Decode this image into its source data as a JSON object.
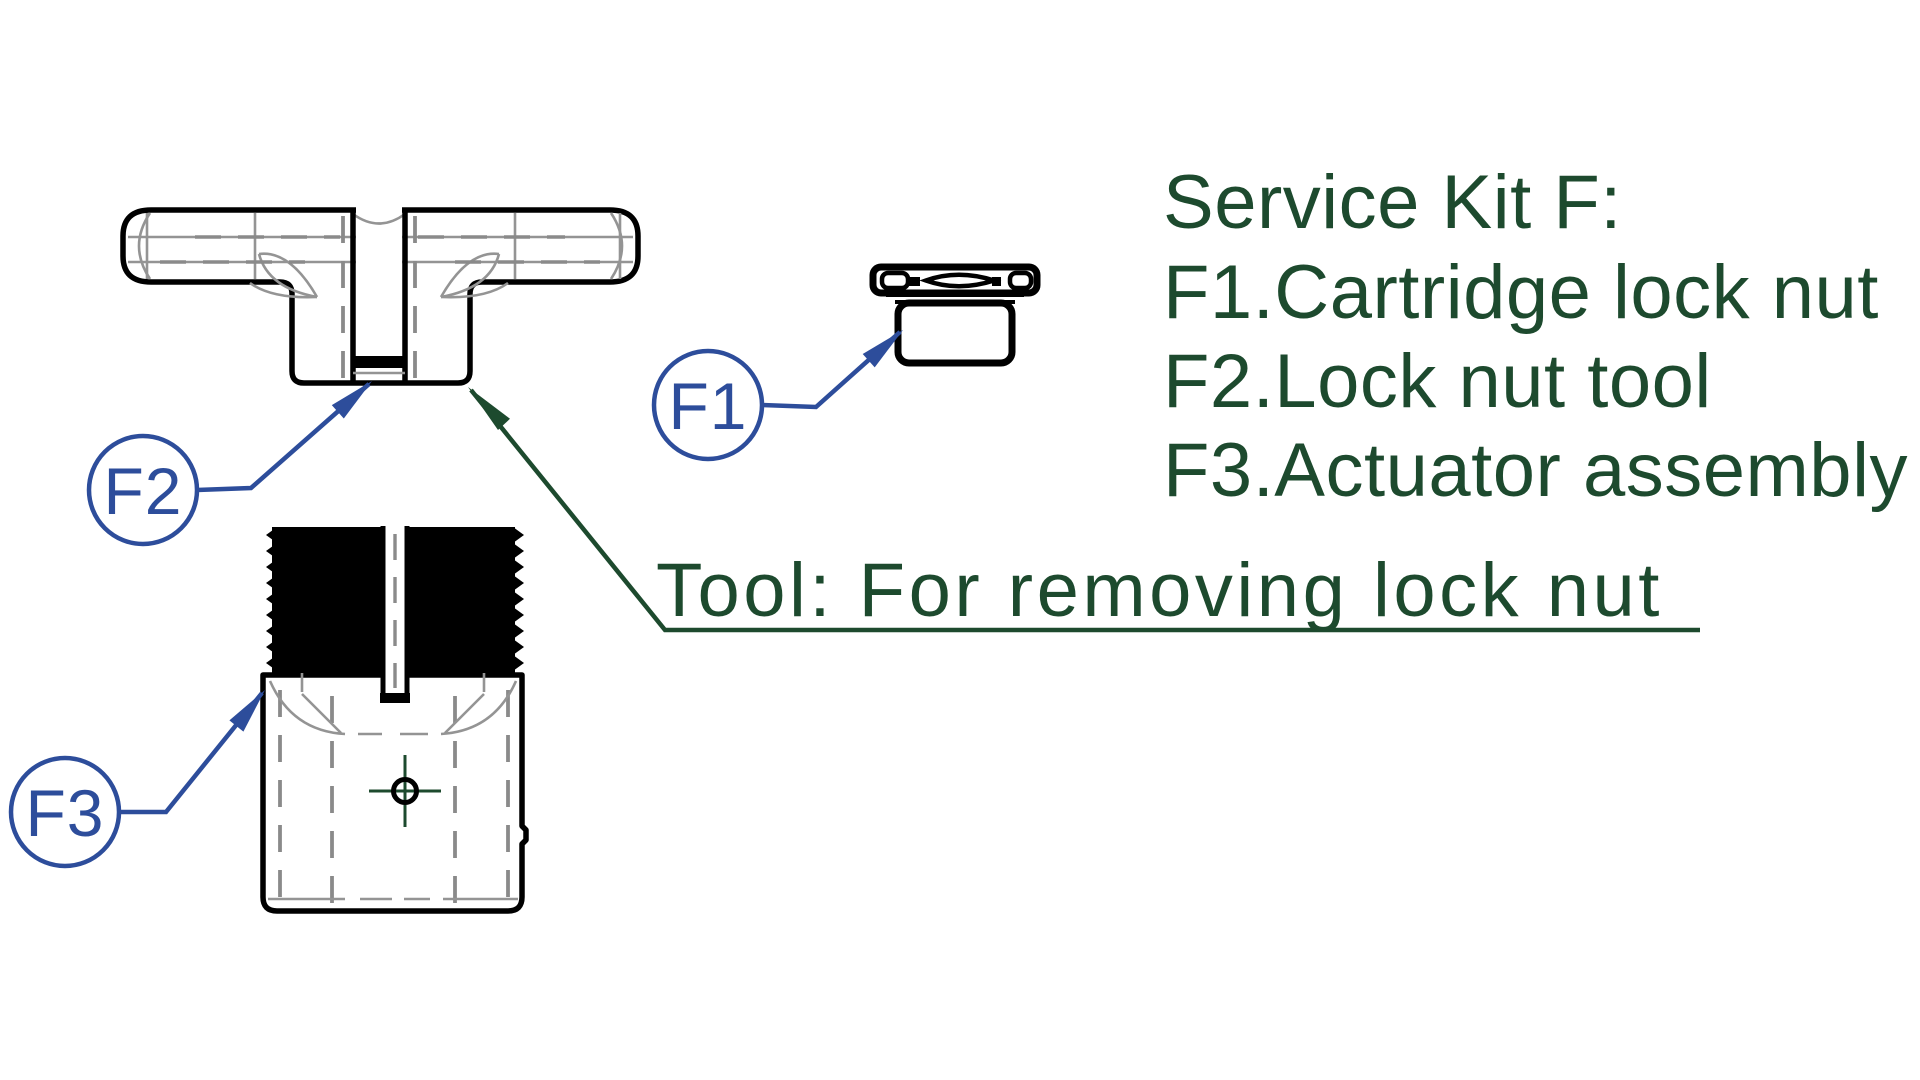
{
  "colors": {
    "background": "#ffffff",
    "drawing_black": "#000000",
    "construction_gray": "#949494",
    "hidden_line_gray": "#8a8a8a",
    "leader_blue": "#2d4d9b",
    "text_green": "#1d4a2e"
  },
  "legend": {
    "heading": "Service Kit F:",
    "items": [
      {
        "code": "F1",
        "label": "F1.Cartridge lock nut"
      },
      {
        "code": "F2",
        "label": "F2.Lock nut tool"
      },
      {
        "code": "F3",
        "label": "F3.Actuator assembly"
      }
    ]
  },
  "tool_note": {
    "text": "Tool: For removing lock nut"
  },
  "balloons": [
    {
      "id": "F1"
    },
    {
      "id": "F2"
    },
    {
      "id": "F3"
    }
  ]
}
